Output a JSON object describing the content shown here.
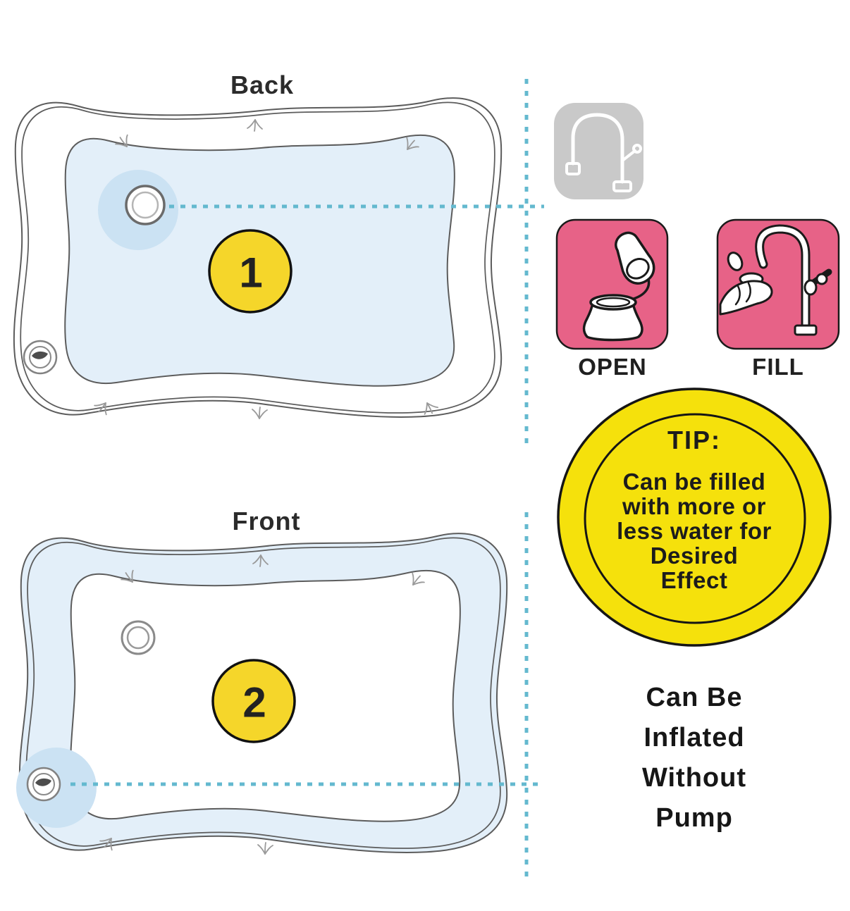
{
  "views": {
    "back": {
      "label": "Back",
      "number": "1"
    },
    "front": {
      "label": "Front",
      "number": "2"
    }
  },
  "steps": {
    "open_label": "OPEN",
    "fill_label": "FILL"
  },
  "tip": {
    "heading": "TIP:",
    "lines": [
      "Can be filled",
      "with more or",
      "less water for",
      "Desired Effect"
    ]
  },
  "note": {
    "line1": "Can Be Inflated",
    "line2": "Without Pump"
  },
  "icons": {
    "faucet": "faucet-icon",
    "open_valve": "open-valve-icon",
    "fill_hand_under_faucet": "fill-faucet-icon"
  },
  "colors": {
    "pink_card": "#E76287",
    "badge_yellow": "#F5D62A",
    "tip_yellow": "#F5E10C",
    "mat_blue": "#E3EFF9",
    "halo_blue": "#CBE2F3",
    "dash_teal": "#64B9CF",
    "icon_gray_bg": "#C9C9C9",
    "outline_gray": "#5c5c5c",
    "text": "#1F1F1F"
  }
}
